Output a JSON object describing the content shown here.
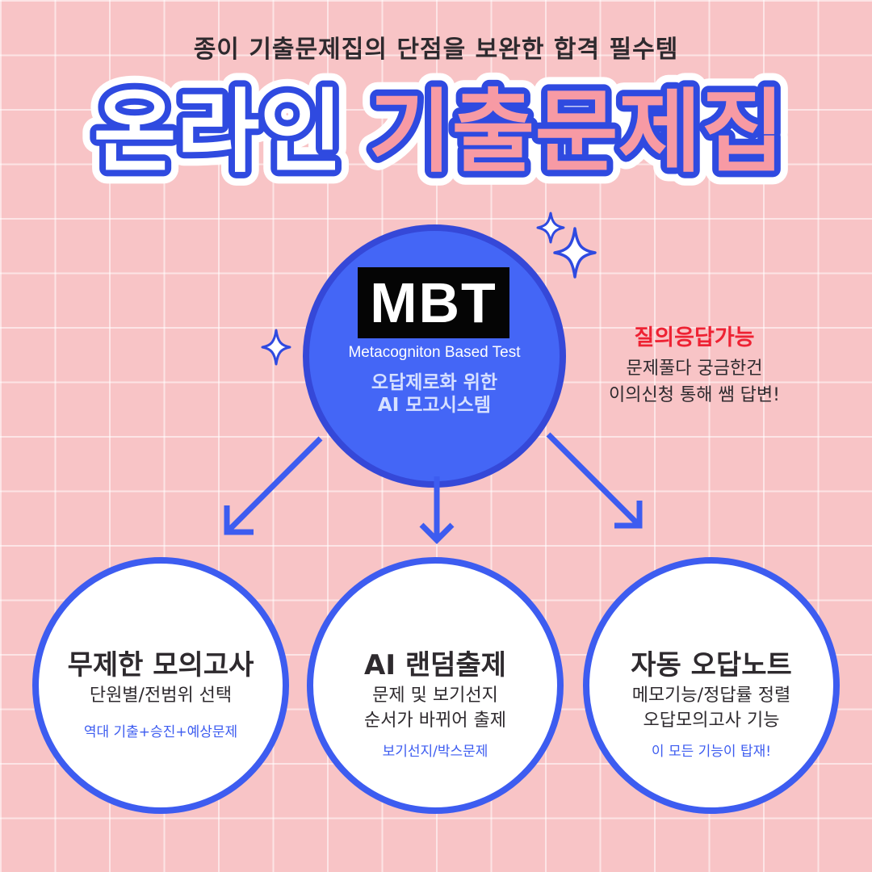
{
  "header": {
    "subtitle": "종이 기출문제집의 단점을 보완한 합격 필수템",
    "title_part1": "온라인",
    "title_part2": "기출문제집"
  },
  "center": {
    "logo": "MBT",
    "full_name": "Metacogniton Based Test",
    "desc_line1": "오답제로화 위한",
    "desc_line2": "AI 모고시스템"
  },
  "qa": {
    "title": "질의응답가능",
    "line1": "문제풀다 궁금한건",
    "line2": "이의신청 통해 쌤 답변!"
  },
  "features": [
    {
      "title": "무제한 모의고사",
      "line1": "단원별/전범위 선택",
      "line2": "",
      "note": "역대 기출+승진+예상문제"
    },
    {
      "title": "AI 랜덤출제",
      "line1": "문제 및 보기선지",
      "line2": "순서가 바뀌어 출제",
      "note": "보기선지/박스문제"
    },
    {
      "title": "자동 오답노트",
      "line1": "메모기능/정답률 정렬",
      "line2": "오답모의고사 기능",
      "note": "이 모든 기능이 탑재!"
    }
  ],
  "colors": {
    "background": "#f8c4c6",
    "blue": "#4466f6",
    "title_pink": "#f79aa4",
    "accent_red": "#ee2233"
  },
  "icons": [
    "sparkle-icon",
    "arrow-icon"
  ]
}
